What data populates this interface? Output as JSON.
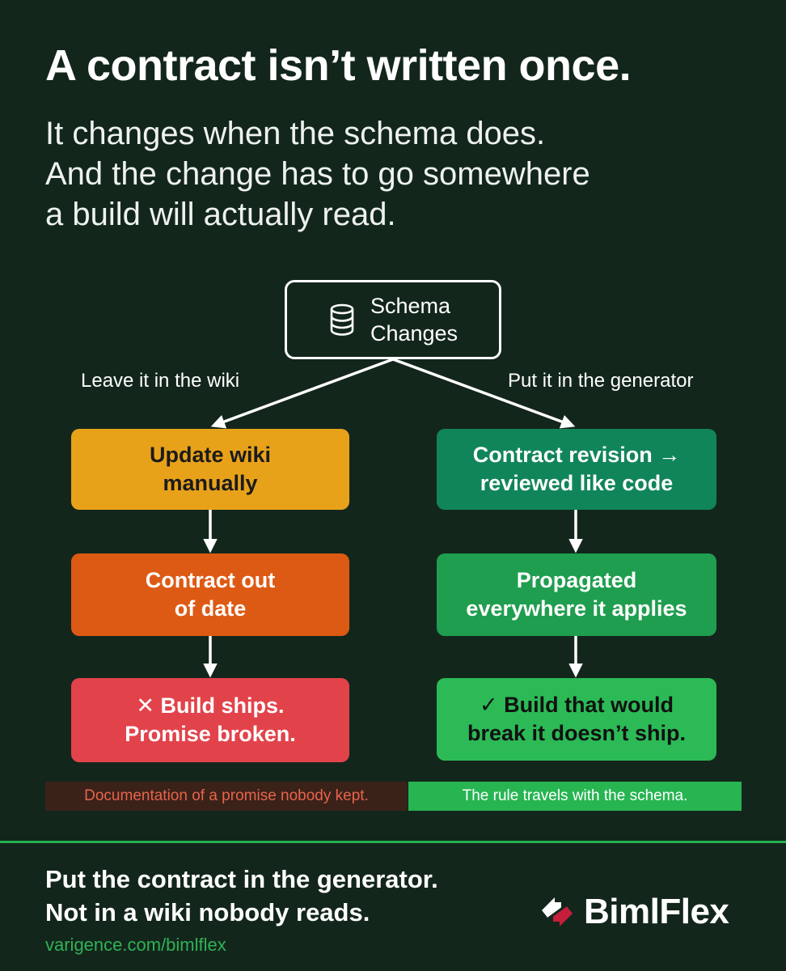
{
  "header": {
    "title": "A contract isn’t written once.",
    "subtitle_lines": [
      "It changes when the schema does.",
      "And the change has to go somewhere",
      "a build will actually read."
    ]
  },
  "diagram": {
    "root": {
      "lines": [
        "Schema",
        "Changes"
      ],
      "icon": "database-icon"
    },
    "left_branch": {
      "label": "Leave it in the wiki",
      "steps": [
        {
          "lines": [
            "Update wiki",
            "manually"
          ],
          "color": "#e8a21a",
          "text_color": "#1b1b1b"
        },
        {
          "lines": [
            "Contract out",
            "of date"
          ],
          "color": "#dd5a14",
          "text_color": "#ffffff"
        },
        {
          "lines": [
            "✕ Build ships.",
            "Promise broken."
          ],
          "color": "#e2434b",
          "text_color": "#ffffff"
        }
      ],
      "footnote": "Documentation of a promise nobody kept."
    },
    "right_branch": {
      "label": "Put it in the generator",
      "steps": [
        {
          "lines": [
            "Contract revision →",
            "reviewed like code"
          ],
          "color": "#11855a",
          "text_color": "#ffffff"
        },
        {
          "lines": [
            "Propagated",
            "everywhere it applies"
          ],
          "color": "#1f9e4f",
          "text_color": "#ffffff"
        },
        {
          "lines": [
            "✓ Build that would",
            "break it doesn’t ship."
          ],
          "color": "#2cba56",
          "text_color": "#111111"
        }
      ],
      "footnote": "The rule travels with the schema."
    }
  },
  "footer": {
    "cta_lines": [
      "Put the contract in the generator.",
      "Not in a wiki nobody reads."
    ],
    "url": "varigence.com/bimlflex",
    "brand": "BimlFlex",
    "brand_icon": "bimlflex-logo-icon"
  },
  "colors": {
    "background": "#13261c",
    "accent_green": "#24b14f",
    "divider": "#24b14f"
  }
}
